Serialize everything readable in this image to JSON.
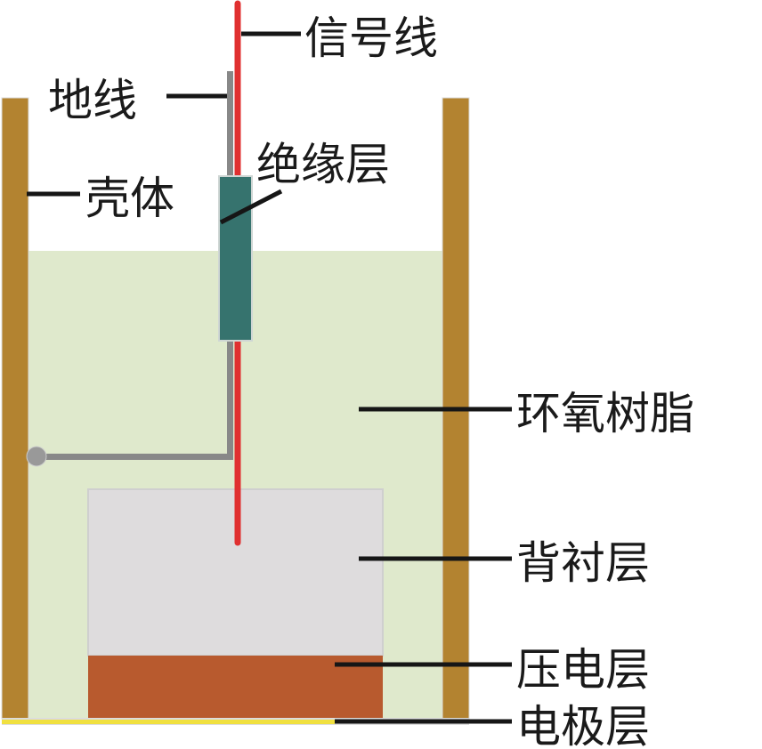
{
  "title": "压电传感器结构示意图",
  "labels": {
    "signal_wire": "信号线",
    "ground_wire": "地线",
    "shell": "壳体",
    "insulation": "绝缘层",
    "epoxy": "环氧树脂",
    "backing": "背衬层",
    "piezo": "压电层",
    "electrode": "电极层"
  },
  "colors": {
    "shell": "#b38330",
    "epoxy": "#dfe9cc",
    "backing": "#dedcdd",
    "piezo": "#b85a2e",
    "electrode": "#f0e040",
    "signal_wire": "#e03030",
    "ground_wire": "#888888",
    "insulation": "#36736e"
  }
}
